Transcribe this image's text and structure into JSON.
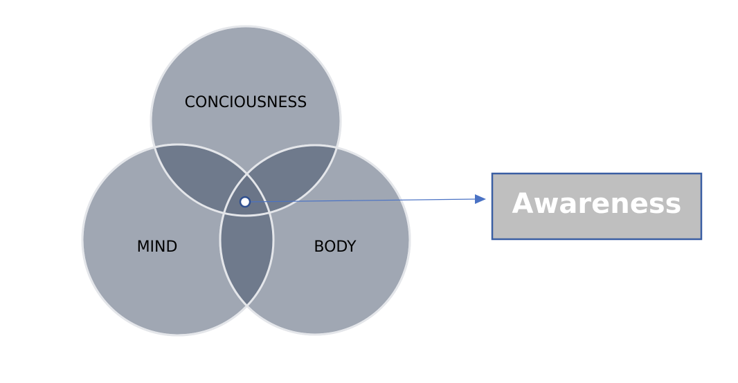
{
  "diagram": {
    "circles": {
      "top": {
        "label": "CONCIOUSNESS"
      },
      "left": {
        "label": "MIND"
      },
      "right": {
        "label": "BODY"
      }
    },
    "output_box": {
      "label": "Awareness"
    }
  },
  "colors": {
    "circle_fill": "#a0a7b3",
    "circle_stroke": "#e4e6ea",
    "overlap_fill": "#6f7a8c",
    "center_fill": "#6a7588",
    "box_fill": "#bfbfbf",
    "box_stroke": "#3a5ea3",
    "arrow": "#4a72c4",
    "dot_stroke": "#2f4f8f",
    "dot_fill": "#ffffff"
  }
}
